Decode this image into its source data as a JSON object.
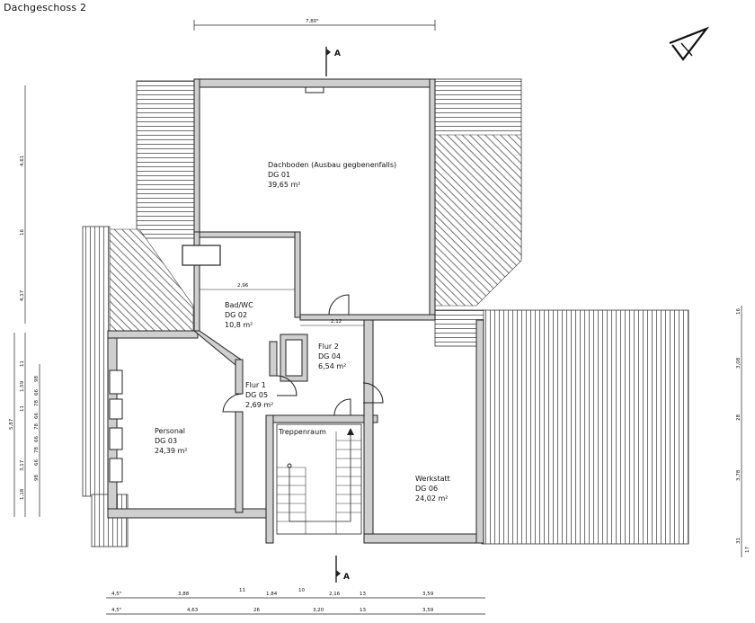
{
  "sheet_title": "Dachgeschoss 2",
  "rooms": [
    {
      "id": "dg01",
      "name": "Dachboden (Ausbau gegbenenfalls)",
      "code": "DG 01",
      "area": "39,65 m²"
    },
    {
      "id": "dg02",
      "name": "Bad/WC",
      "code": "DG 02",
      "area": "10,8 m²"
    },
    {
      "id": "dg03",
      "name": "Personal",
      "code": "DG 03",
      "area": "24,39 m²"
    },
    {
      "id": "dg04",
      "name": "Flur 2",
      "code": "DG 04",
      "area": "6,54 m²"
    },
    {
      "id": "dg05",
      "name": "Flur 1",
      "code": "DG 05",
      "area": "2,69 m²"
    },
    {
      "id": "dg06",
      "name": "Werkstatt",
      "code": "DG 06",
      "area": "24,02 m²"
    }
  ],
  "stair_label": "Treppenraum",
  "section_marker": "A",
  "dimensions": {
    "top": "7,80⁵",
    "inner_bad": "2,96",
    "inner_flur": "2,12",
    "bottom_row1": [
      "4,5⁵",
      "3,88",
      "11",
      "1,84",
      "10",
      "2,16",
      "13",
      "3,59"
    ],
    "bottom_row2": [
      "4,5⁵",
      "4,63",
      "26",
      "3,20",
      "13",
      "3,59"
    ],
    "left_outer": [
      "4,61",
      "16",
      "4,17"
    ],
    "left_mid": [
      "5,87"
    ],
    "left_inner": [
      "11",
      "1,59",
      "11",
      "3,17",
      "1,18"
    ],
    "left_window": [
      "98",
      "66",
      "78",
      "66",
      "78",
      "66",
      "78",
      "66",
      "98"
    ],
    "right": [
      "16",
      "3,08",
      "28",
      "3,78",
      "31",
      "17"
    ]
  }
}
